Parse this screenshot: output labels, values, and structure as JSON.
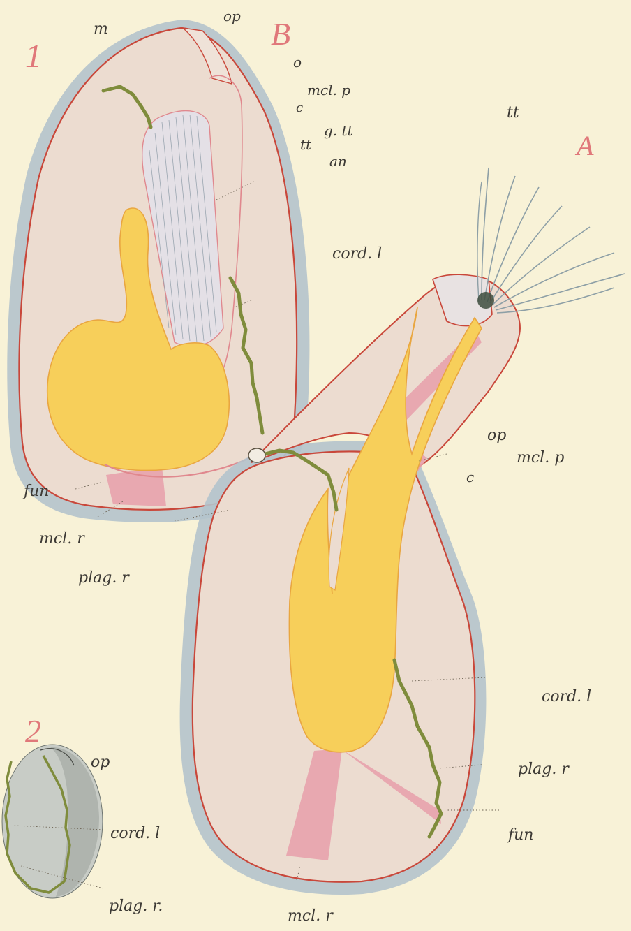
{
  "figure_numbers": {
    "fig1": "1",
    "fig2": "2",
    "zooid_A": "A",
    "zooid_B": "B"
  },
  "labels": {
    "m": "m",
    "op_top": "op",
    "o": "o",
    "mcl_p_top": "mcl. p",
    "c_top": "c",
    "g_tt": "g. tt",
    "tt_B": "tt",
    "an": "an",
    "tt_A": "tt",
    "cord_l_B": "cord. l",
    "op_A": "op",
    "mcl_p_A": "mcl. p",
    "c_A": "c",
    "fun_B": "fun",
    "mcl_r_B": "mcl. r",
    "plag_r_B": "plag. r",
    "cord_l_A": "cord. l",
    "plag_r_A": "plag. r",
    "fun_A": "fun",
    "mcl_r_A": "mcl. r",
    "op_fig2": "op",
    "cord_l_fig2": "cord. l",
    "plag_r_fig2": "plag. r."
  },
  "colors": {
    "paper": "#f8f2d7",
    "cell_wall": "#a9b8c2",
    "outline_red": "#c9473a",
    "body_cavity": "#ecdcd0",
    "polypide_yellow": "#f7cf5a",
    "muscle_pink": "#e8a2ac",
    "cord_green": "#7f8c3c",
    "tentacle_grey": "#8d9fa6",
    "label_ink": "#3d3a35",
    "figure_number": "#e0787a"
  }
}
